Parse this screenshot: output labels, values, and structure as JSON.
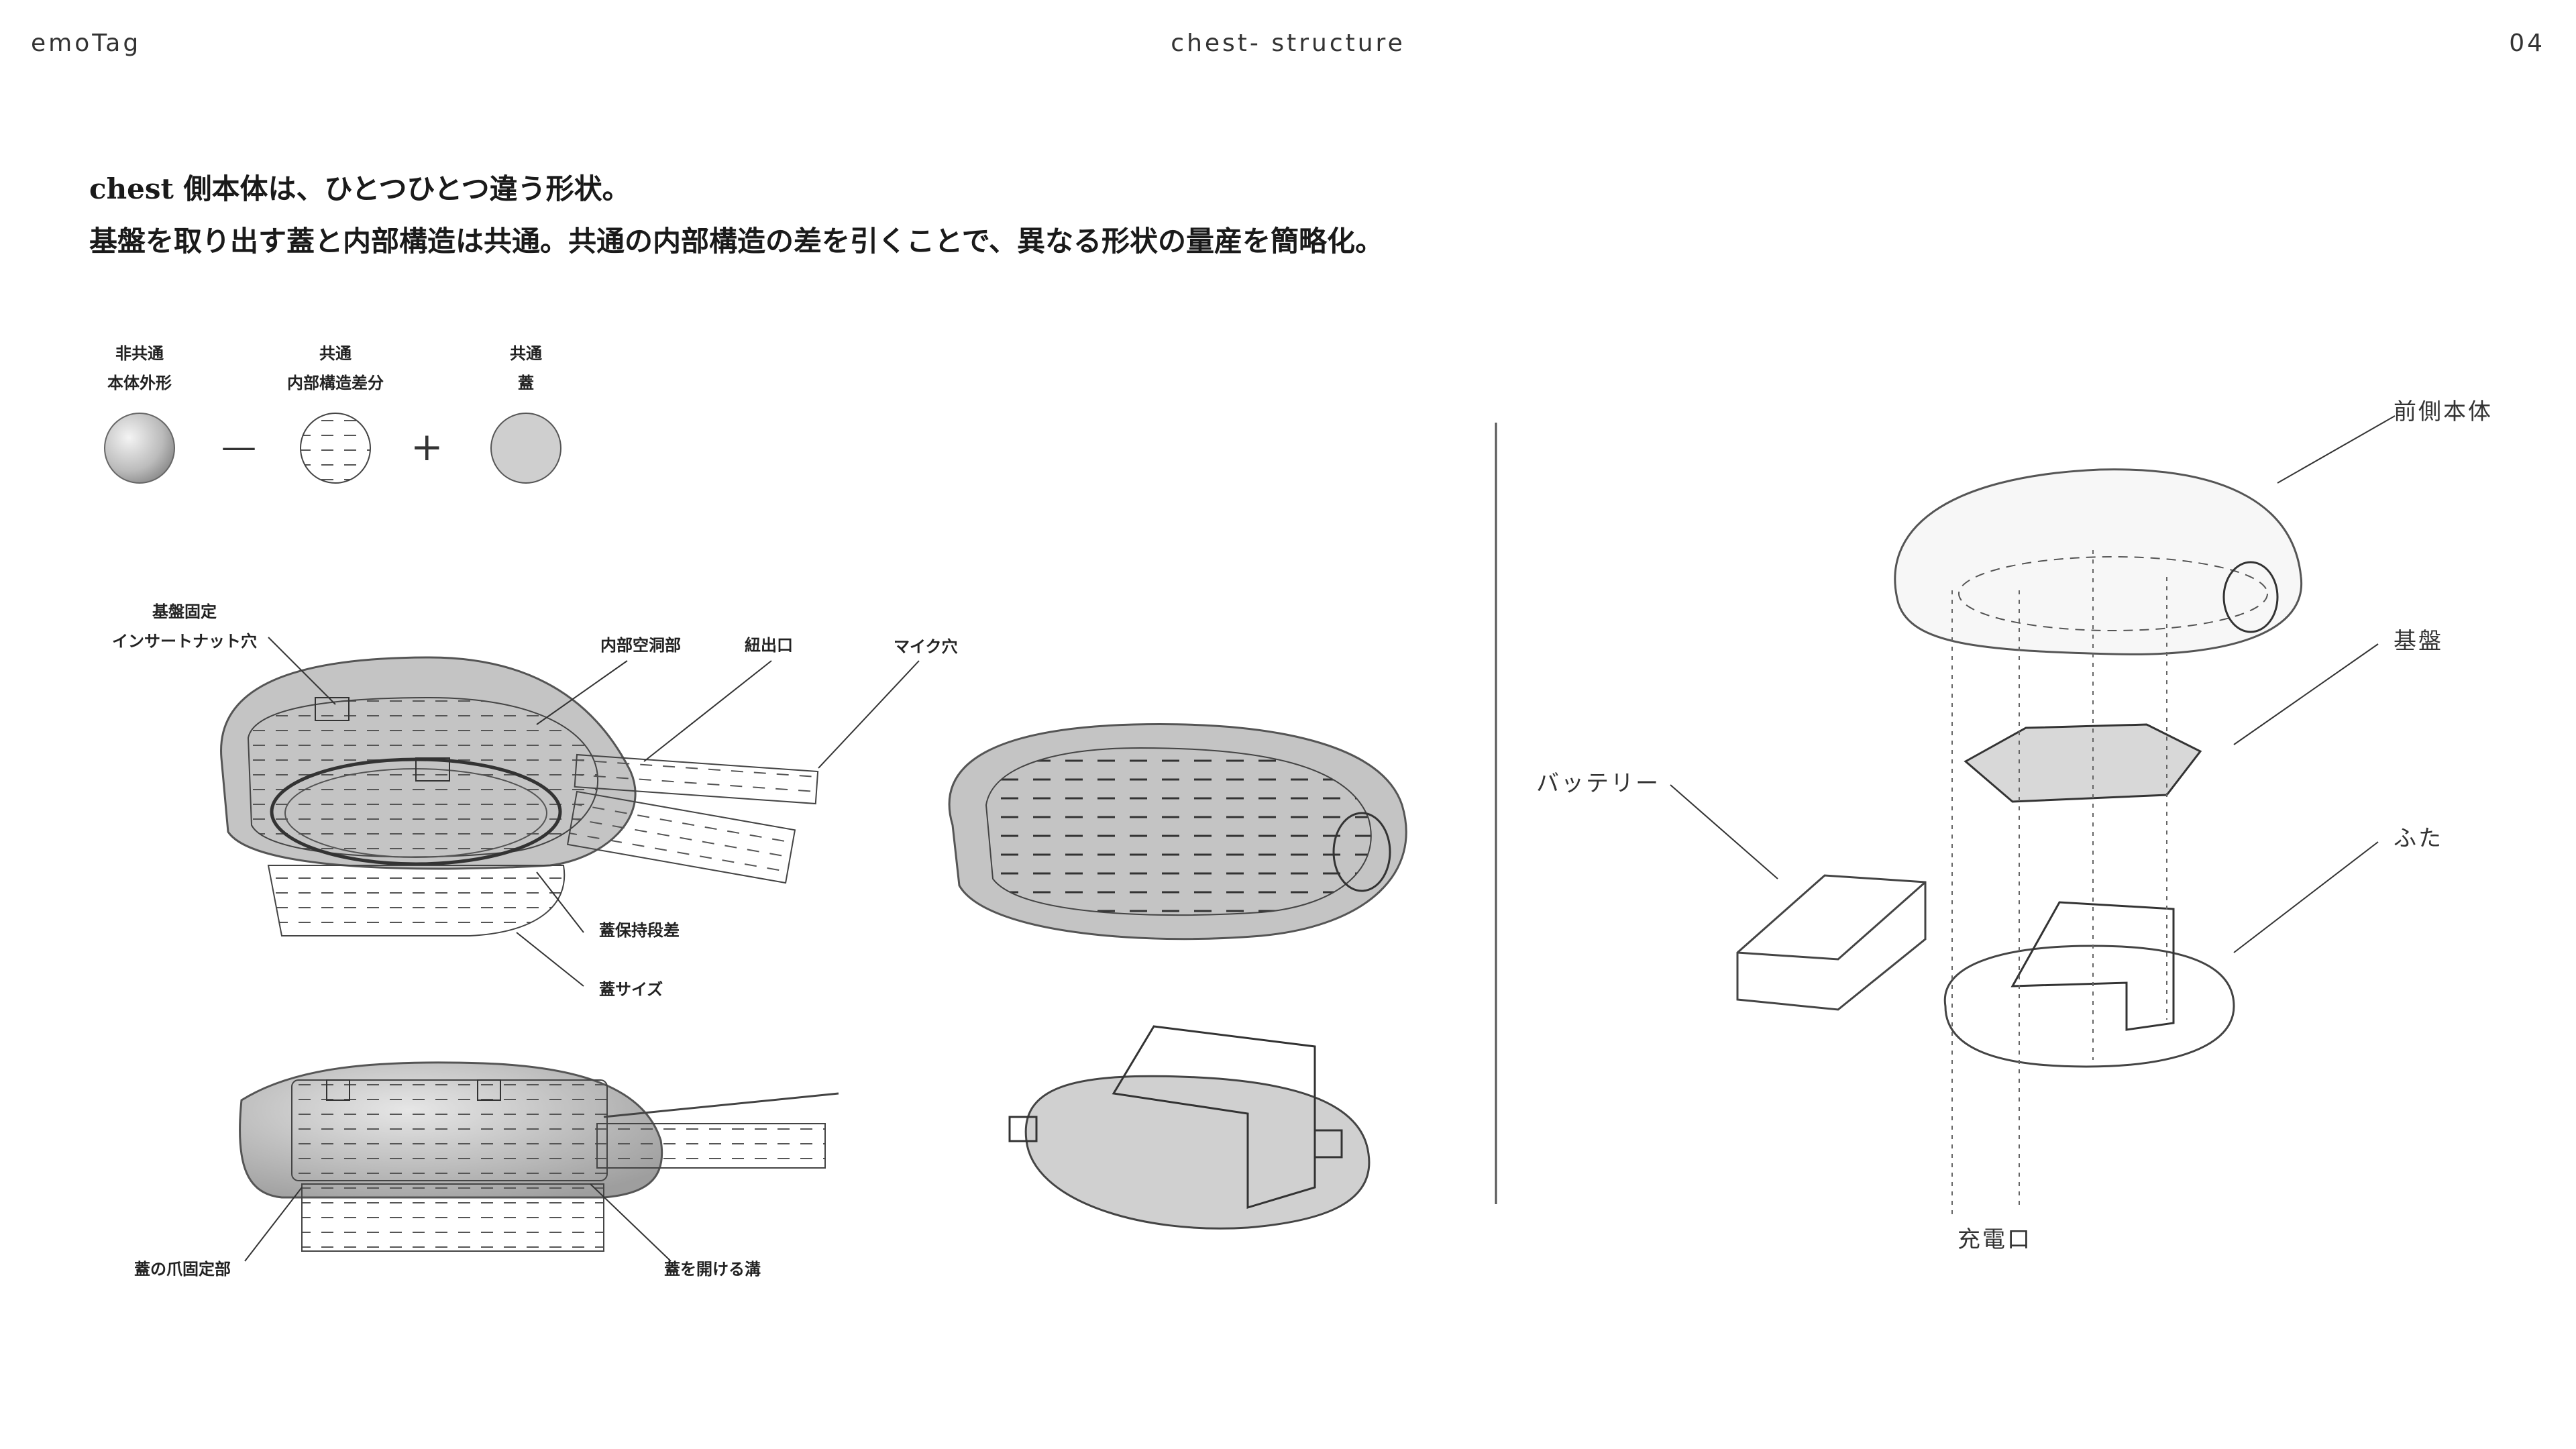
{
  "header": {
    "brand": "emoTag",
    "title": "chest- structure",
    "page": "04"
  },
  "intro": {
    "line1": "chest 側本体は、ひとつひとつ違う形状。",
    "line2": "基盤を取り出す蓋と内部構造は共通。共通の内部構造の差を引くことで、異なる形状の量産を簡略化。"
  },
  "formula": {
    "item1": {
      "line1": "非共通",
      "line2": "本体外形"
    },
    "item2": {
      "line1": "共通",
      "line2": "内部構造差分"
    },
    "item3": {
      "line1": "共通",
      "line2": "蓋"
    },
    "minus": "—",
    "plus": "+"
  },
  "left_labels": {
    "insert_nut": {
      "line1": "基盤固定",
      "line2": "インサートナット穴"
    },
    "inner_cavity": "内部空洞部",
    "cord_outlet": "紐出口",
    "mic_hole": "マイク穴",
    "lid_step": "蓋保持段差",
    "lid_size": "蓋サイズ",
    "lid_claw": "蓋の爪固定部",
    "lid_groove": "蓋を開ける溝"
  },
  "exploded_labels": {
    "front_body": "前側本体",
    "board": "基盤",
    "lid": "ふた",
    "battery": "バッテリー",
    "charge_port": "充電口"
  },
  "colors": {
    "body_gray": "#bdbdbd",
    "lid_gray": "#cfcfcf",
    "line": "#444444"
  }
}
